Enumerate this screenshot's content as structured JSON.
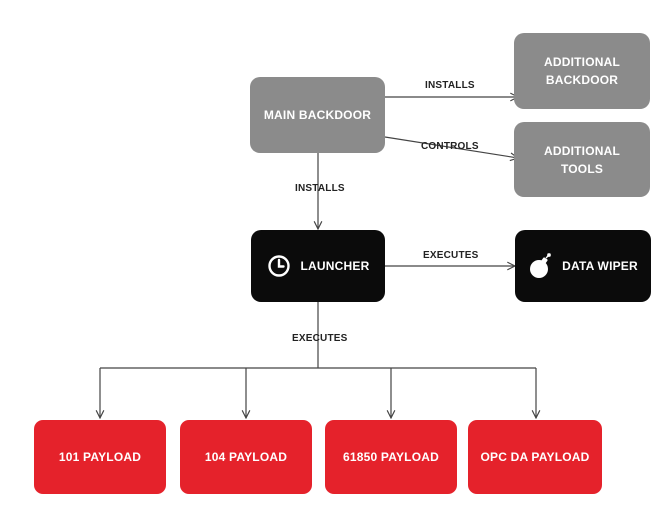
{
  "nodes": {
    "main_backdoor": "MAIN BACKDOOR",
    "additional_backdoor": "ADDITIONAL BACKDOOR",
    "additional_tools": "ADDITIONAL TOOLS",
    "launcher": "LAUNCHER",
    "data_wiper": "DATA WIPER",
    "payload_101": "101 PAYLOAD",
    "payload_104": "104 PAYLOAD",
    "payload_61850": "61850 PAYLOAD",
    "payload_opc_da": "OPC DA PAYLOAD"
  },
  "edges": {
    "installs_additional": "INSTALLS",
    "controls_tools": "CONTROLS",
    "installs_launcher": "INSTALLS",
    "executes_wiper": "EXECUTES",
    "executes_payloads": "EXECUTES"
  },
  "icons": {
    "launcher": "clock-icon",
    "data_wiper": "bomb-icon"
  },
  "colors": {
    "gray_node": "#8b8b8b",
    "black_node": "#0b0b0b",
    "red_node": "#e5222b",
    "line": "#444444"
  }
}
